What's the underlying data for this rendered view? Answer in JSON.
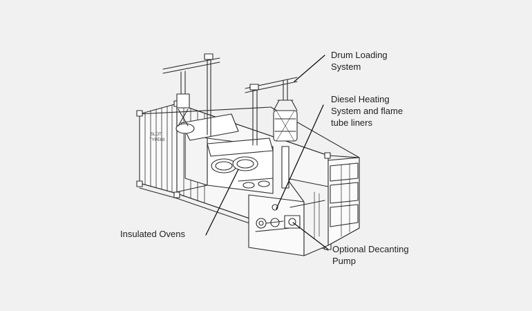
{
  "diagram": {
    "callouts": [
      {
        "id": "drum-loading",
        "lines": [
          "Drum Loading",
          "System"
        ]
      },
      {
        "id": "diesel-heating",
        "lines": [
          "Diesel Heating",
          "System and flame",
          "tube liners"
        ]
      },
      {
        "id": "insulated-ovens",
        "lines": [
          "Insulated Ovens"
        ]
      },
      {
        "id": "decanting-pump",
        "lines": [
          "Optional Decanting",
          "Pump"
        ]
      }
    ],
    "container_marking": [
      "SLOT",
      "TYPE68"
    ]
  }
}
